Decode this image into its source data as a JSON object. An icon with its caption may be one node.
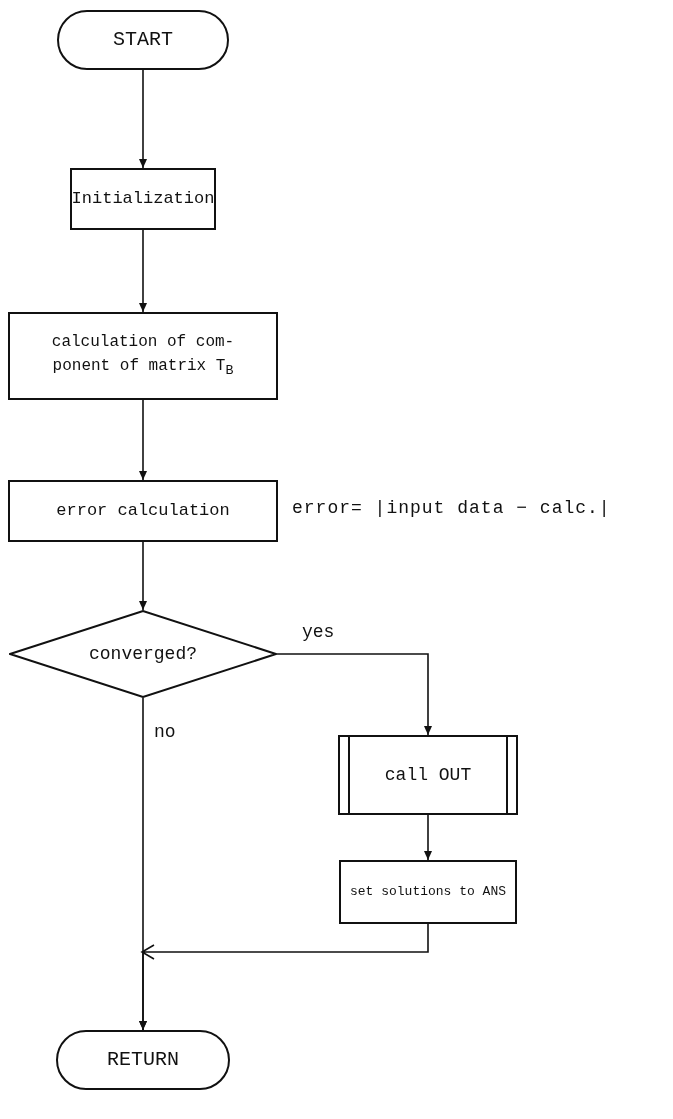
{
  "diagram": {
    "nodes": [
      {
        "text": [
          "START"
        ]
      },
      {
        "text": [
          "Initialization"
        ]
      },
      {
        "text": [
          "calculation of com- ponent of matrix T$_{B}$"
        ]
      },
      {
        "text": [
          "error calculation"
        ],
        "beside": [
          "error= |input data − calc.|"
        ]
      },
      {
        "text": [
          "converged?"
        ]
      },
      {
        "text": [
          "call OUT"
        ]
      },
      {
        "text": [
          "set solutions to ANS"
        ]
      },
      {
        "text": [
          "RETURN"
        ]
      }
    ],
    "edges": [
      {
        "from": 0,
        "to": 1,
        "arrow": "to"
      },
      {
        "from": 1,
        "to": 2,
        "arrow": "to"
      },
      {
        "from": 2,
        "to": 3,
        "arrow": "to"
      },
      {
        "from": 3,
        "to": 4,
        "arrow": "to"
      },
      {
        "from": 4,
        "to": 5,
        "arrow": "to",
        "label": "yes"
      },
      {
        "from": 5,
        "to": 6,
        "arrow": "to"
      },
      {
        "from": 6,
        "to": 7,
        "arrow": "to"
      },
      {
        "from": 4,
        "to": 7,
        "arrow": "to",
        "label": "no"
      }
    ]
  }
}
